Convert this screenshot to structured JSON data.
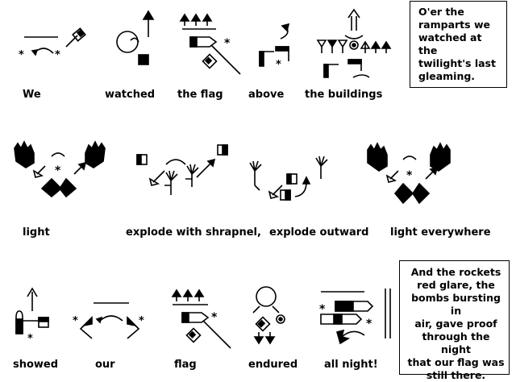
{
  "verse1": {
    "glosses": [
      "We",
      "watched",
      "the flag",
      "above",
      "the buildings"
    ],
    "caption": "O'er the\nramparts we\nwatched at the\ntwilight's last\ngleaming."
  },
  "verse2": {
    "glosses": [
      "light",
      "explode with shrapnel,",
      "explode outward",
      "light everywhere"
    ]
  },
  "verse3": {
    "glosses": [
      "showed",
      "our",
      "flag",
      "endured",
      "all night!"
    ],
    "caption": "And the rockets\nred glare, the\nbombs bursting in\nair, gave proof\nthrough the night\nthat our flag was\nstill there."
  },
  "symbols": {
    "star": "*"
  }
}
